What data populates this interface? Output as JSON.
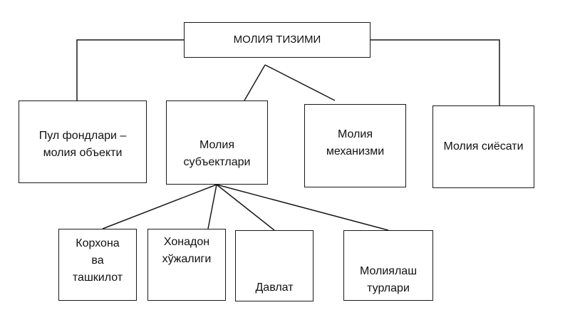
{
  "diagram": {
    "root": "МОЛИЯ ТИЗИМИ",
    "level1": [
      "Пул фондлари –\nмолия объекти",
      "Молия\nсубъектлари",
      "Молия\nмеханизми",
      "Молия сиёсати"
    ],
    "subjects": [
      "Корхона\nва\nташкилот",
      "Хонадон\nхўжалиги",
      "Давлат",
      "Молиялаш\nтурлари"
    ]
  }
}
